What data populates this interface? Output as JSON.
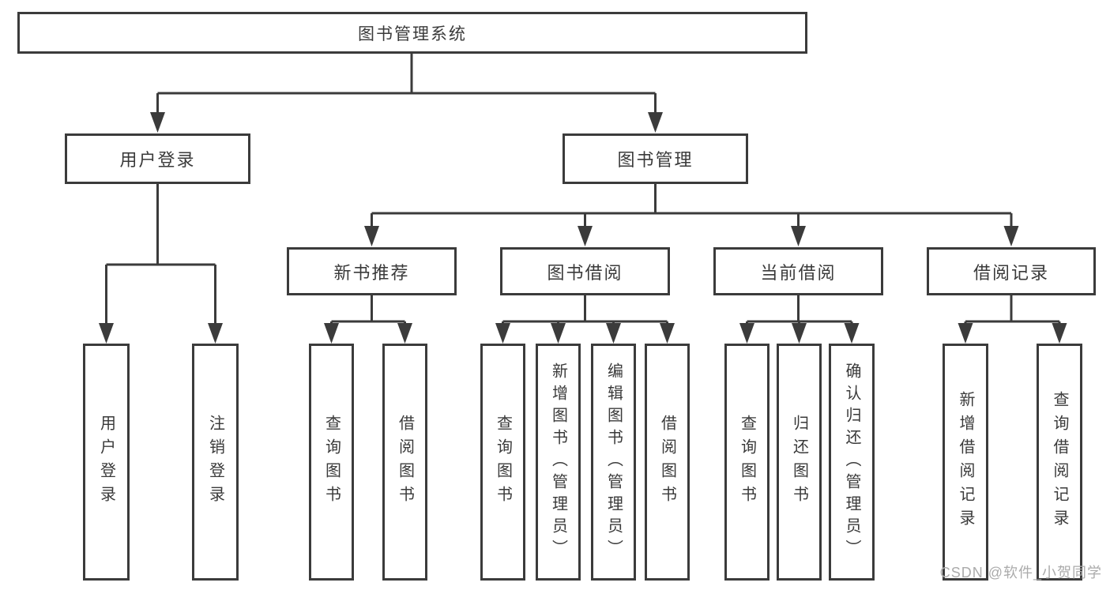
{
  "colors": {
    "line": "#3b3b3b",
    "text": "#3a3a3a",
    "background": "#ffffff",
    "watermark": "#ababab"
  },
  "watermark": {
    "text": "CSDN @软件_小贺同学"
  },
  "tree": {
    "root": {
      "label": "图书管理系统"
    },
    "branches": [
      {
        "label": "用户登录",
        "children": [
          {
            "label": "用户登录"
          },
          {
            "label": "注销登录"
          }
        ]
      },
      {
        "label": "图书管理",
        "children": [
          {
            "label": "新书推荐",
            "children": [
              {
                "label": "查询图书"
              },
              {
                "label": "借阅图书"
              }
            ]
          },
          {
            "label": "图书借阅",
            "children": [
              {
                "label": "查询图书"
              },
              {
                "label": "新增图书（管理员）"
              },
              {
                "label": "编辑图书（管理员）"
              },
              {
                "label": "借阅图书"
              }
            ]
          },
          {
            "label": "当前借阅",
            "children": [
              {
                "label": "查询图书"
              },
              {
                "label": "归还图书"
              },
              {
                "label": "确认归还（管理员）"
              }
            ]
          },
          {
            "label": "借阅记录",
            "children": [
              {
                "label": "新增借阅记录"
              },
              {
                "label": "查询借阅记录"
              }
            ]
          }
        ]
      }
    ]
  }
}
